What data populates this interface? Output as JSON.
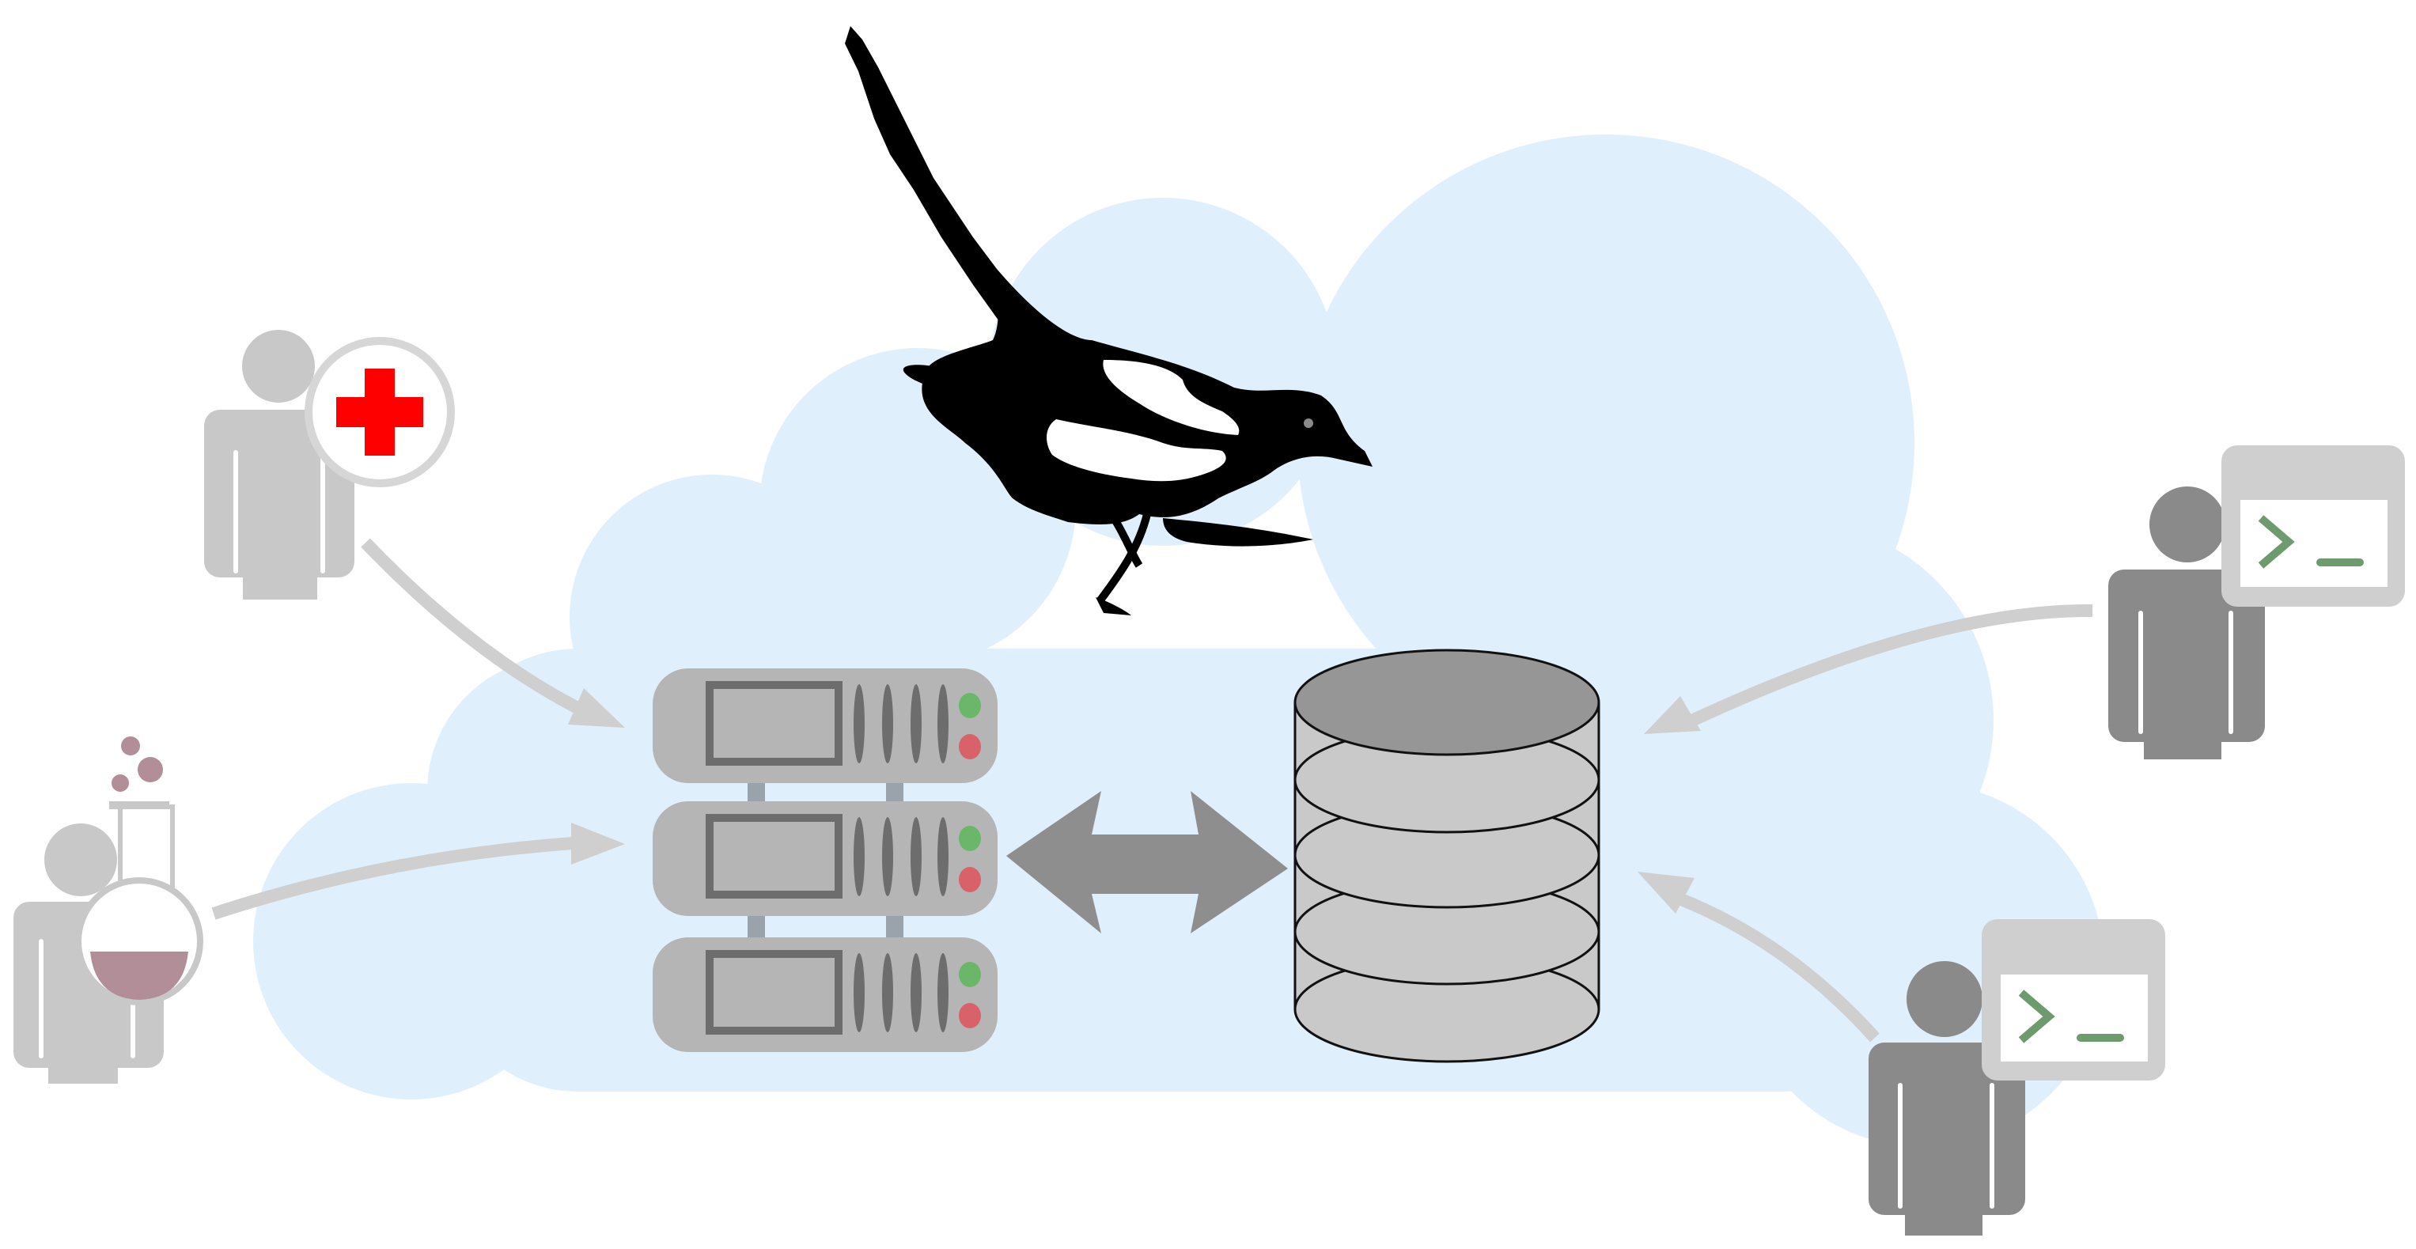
{
  "diagram": {
    "type": "architecture-illustration",
    "cloud": {
      "name": "cloud",
      "color": "#dff0fc"
    },
    "bird": {
      "name": "magpie",
      "icon": "magpie-bird-icon"
    },
    "server": {
      "name": "server-rack",
      "units": 3,
      "led_colors": [
        "#6ab76a",
        "#d9626a"
      ]
    },
    "database": {
      "name": "database",
      "disks": 5
    },
    "connection": {
      "name": "bidirectional-arrow",
      "color": "#8e8e8e"
    },
    "users": [
      {
        "name": "medical-user",
        "badge_icon": "red-cross-icon",
        "side": "left"
      },
      {
        "name": "lab-user",
        "badge_icon": "chemistry-flask-icon",
        "side": "left"
      },
      {
        "name": "terminal-user-top",
        "badge_icon": "terminal-icon",
        "side": "right"
      },
      {
        "name": "terminal-user-bottom",
        "badge_icon": "terminal-icon",
        "side": "right"
      }
    ],
    "colors": {
      "person_light": "#c8c8c8",
      "person_dark": "#8a8a8a",
      "arrow": "#cfcfcf",
      "cross_red": "#ff0000",
      "flask_liquid": "#b28e98",
      "terminal_green": "#6d9b6d"
    }
  }
}
